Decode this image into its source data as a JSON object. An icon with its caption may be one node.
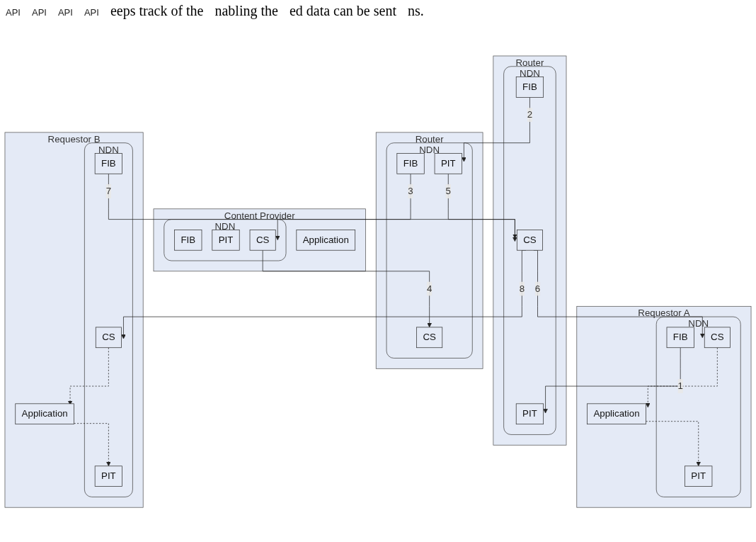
{
  "diagram": {
    "nodes": [
      {
        "text": [
          "Content Provider"
        ]
      },
      {
        "text": [
          "Application"
        ],
        "in": 0
      },
      {
        "text": [
          "NDN"
        ],
        "in": 0
      },
      {
        "text": [
          "FIB"
        ],
        "in": 2
      },
      {
        "text": [
          "PIT"
        ],
        "in": 2
      },
      {
        "text": [
          "CS"
        ],
        "in": 2
      },
      {
        "text": [
          "Router"
        ]
      },
      {
        "text": [
          "NDN"
        ],
        "in": 6
      },
      {
        "text": [
          "FIB"
        ],
        "in": 7
      },
      {
        "text": [
          "PIT"
        ],
        "in": 7
      },
      {
        "text": [
          "CS"
        ],
        "in": 7
      },
      {
        "text": [
          "Router"
        ]
      },
      {
        "text": [
          "NDN"
        ],
        "in": 11
      },
      {
        "text": [
          "FIB"
        ],
        "in": 12
      },
      {
        "text": [
          "PIT"
        ],
        "in": 12
      },
      {
        "text": [
          "CS"
        ],
        "in": 12
      },
      {
        "text": [
          "Requestor A"
        ]
      },
      {
        "text": [
          "Application"
        ],
        "in": 16
      },
      {
        "text": [
          "NDN"
        ],
        "in": 16
      },
      {
        "text": [
          "FIB"
        ],
        "in": 18
      },
      {
        "text": [
          "PIT"
        ],
        "in": 18
      },
      {
        "text": [
          "CS"
        ],
        "in": 18
      },
      {
        "text": [
          "Requestor B"
        ]
      },
      {
        "text": [
          "Application"
        ],
        "in": 22
      },
      {
        "text": [
          "NDN"
        ],
        "in": 22
      },
      {
        "text": [
          "FIB"
        ],
        "in": 24
      },
      {
        "text": [
          "PIT"
        ],
        "in": 24
      },
      {
        "text": [
          "CS"
        ],
        "in": 24
      }
    ],
    "edges": [
      {
        "from": 19,
        "to": 14,
        "arrow": "to",
        "label": "1"
      },
      {
        "from": 13,
        "to": 9,
        "arrow": "to",
        "label": "2"
      },
      {
        "from": 8,
        "to": 5,
        "arrow": "to",
        "label": "3"
      },
      {
        "from": 5,
        "to": 10,
        "arrow": "to",
        "label": "4"
      },
      {
        "from": 9,
        "to": 15,
        "arrow": "to",
        "label": "5"
      },
      {
        "from": 15,
        "to": 21,
        "arrow": "to",
        "label": "6"
      },
      {
        "from": 25,
        "to": 15,
        "arrow": "to",
        "label": "7"
      },
      {
        "from": 15,
        "to": 27,
        "arrow": "to",
        "label": "8"
      },
      {
        "from": 21,
        "to": 17,
        "arrow": "to",
        "style": "dashed"
      },
      {
        "from": 17,
        "to": 20,
        "arrow": "to",
        "style": "dashed"
      },
      {
        "from": 27,
        "to": 23,
        "arrow": "to",
        "style": "dashed"
      },
      {
        "from": 23,
        "to": 26,
        "arrow": "to",
        "style": "dashed"
      }
    ],
    "labels": [
      "API",
      "API",
      "API",
      "API",
      "eeps track of the",
      "nabling the",
      "ed data can be sent",
      "ns."
    ]
  }
}
